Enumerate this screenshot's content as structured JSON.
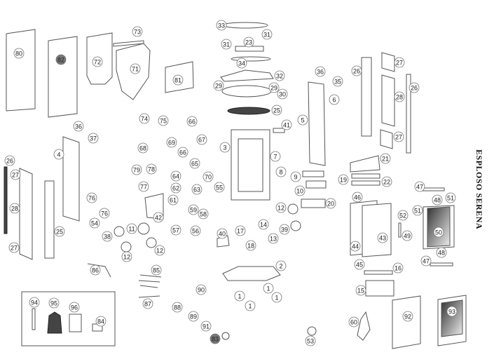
{
  "title": "ESPLOSO SERENA",
  "callouts": [
    "33",
    "31",
    "23",
    "31",
    "34",
    "32",
    "29",
    "29",
    "30",
    "25",
    "41",
    "3",
    "7",
    "8",
    "5",
    "36",
    "35",
    "6",
    "26",
    "27",
    "28",
    "26",
    "27",
    "21",
    "9",
    "10",
    "19",
    "22",
    "20",
    "12",
    "14",
    "39",
    "13",
    "18",
    "2",
    "1",
    "1",
    "1",
    "1",
    "47",
    "46",
    "48",
    "51",
    "51",
    "52",
    "50",
    "49",
    "43",
    "44",
    "48",
    "47",
    "45",
    "16",
    "15",
    "92",
    "93",
    "60",
    "53",
    "80",
    "82",
    "72",
    "73",
    "71",
    "81",
    "74",
    "75",
    "66",
    "67",
    "69",
    "68",
    "66",
    "65",
    "36",
    "37",
    "4",
    "26",
    "27",
    "28",
    "27",
    "25",
    "79",
    "78",
    "77",
    "64",
    "62",
    "63",
    "70",
    "55",
    "61",
    "59",
    "58",
    "57",
    "56",
    "76",
    "76",
    "54",
    "38",
    "11",
    "42",
    "12",
    "12",
    "17",
    "40",
    "86",
    "85",
    "87",
    "90",
    "88",
    "89",
    "91",
    "83",
    "94",
    "95",
    "96",
    "84"
  ],
  "highlighted_callouts": [
    "82",
    "83"
  ],
  "colors": {
    "line": "#555555",
    "callout_fill": "#ffffff",
    "highlight_fill": "#777777"
  }
}
